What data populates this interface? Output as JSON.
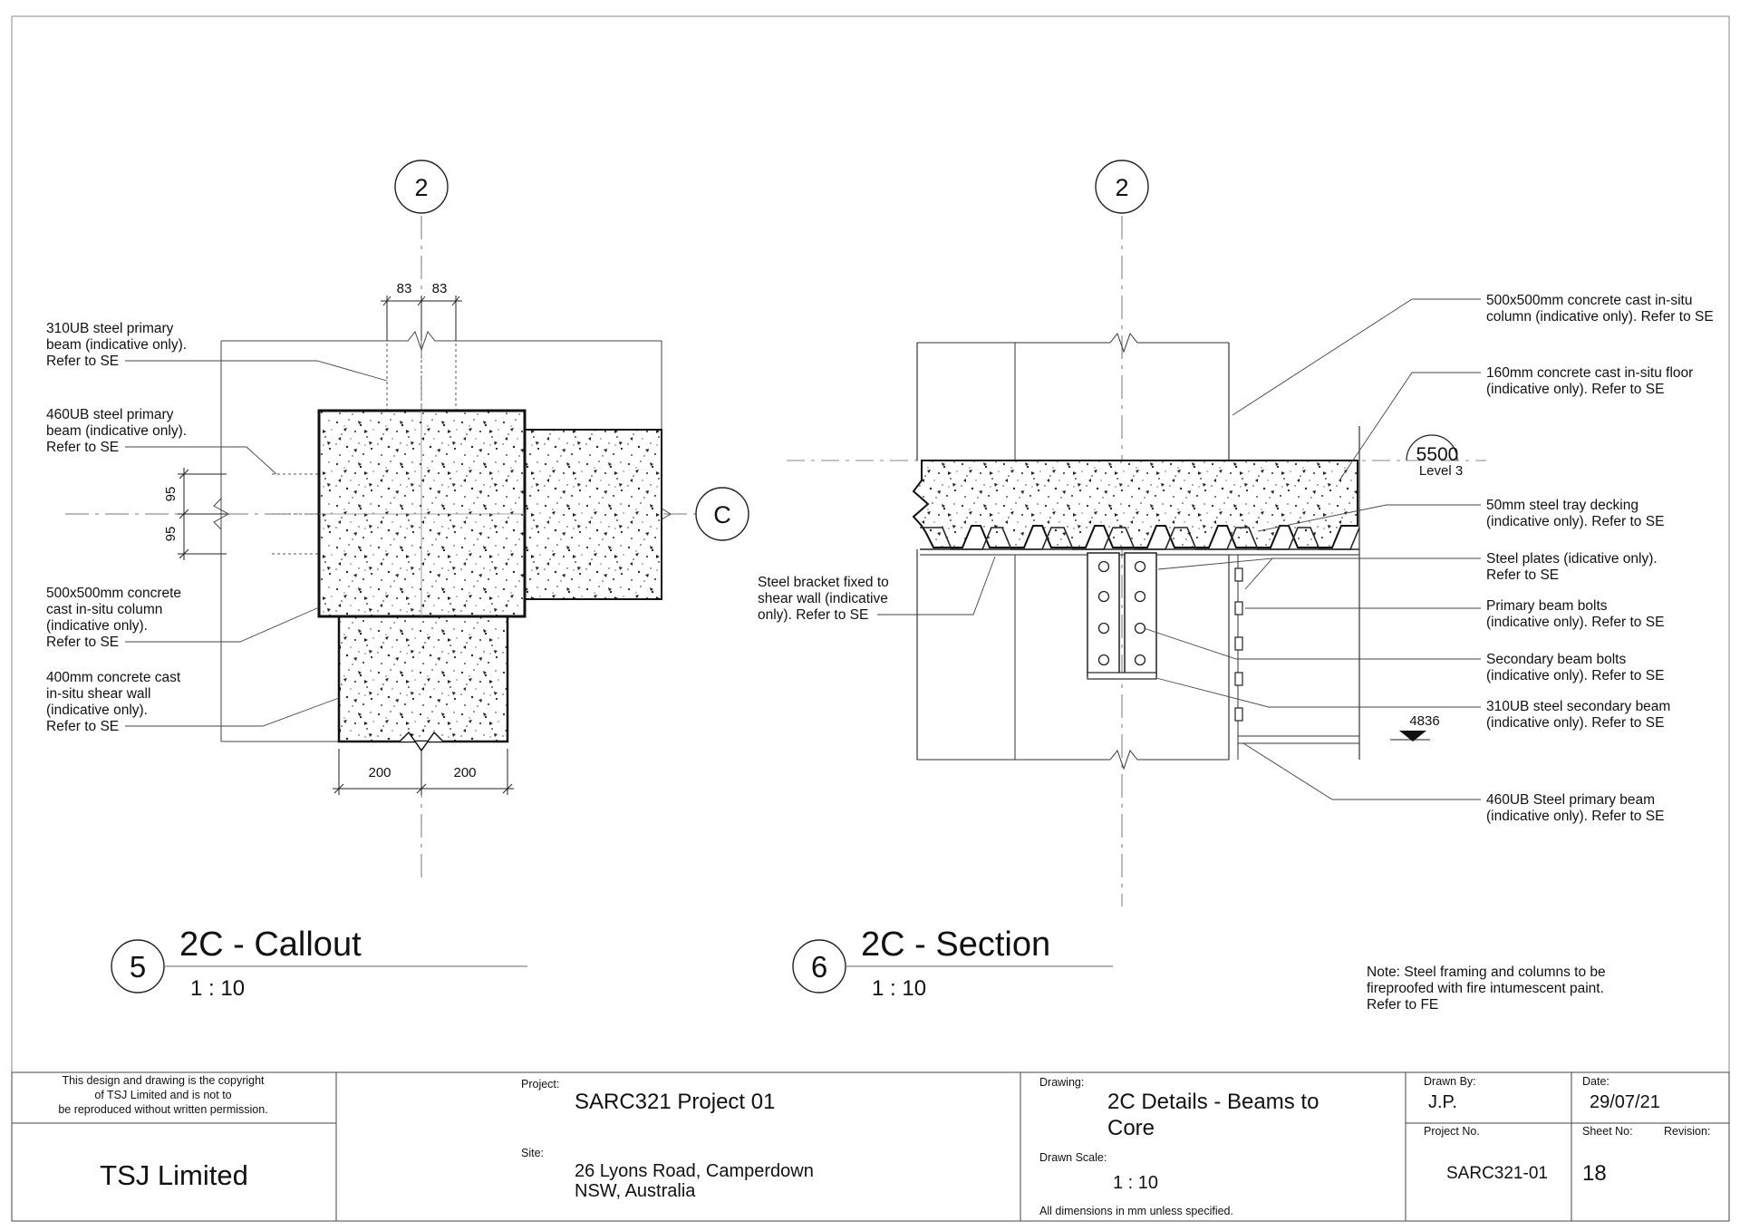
{
  "grid": {
    "bubble_top_left": "2",
    "bubble_top_right": "2",
    "bubble_c": "C"
  },
  "callout": {
    "dims": {
      "top_left": "83",
      "top_right": "83",
      "side_top": "95",
      "side_bottom": "95",
      "bottom_left": "200",
      "bottom_right": "200"
    },
    "notes": {
      "n1": [
        "310UB steel primary",
        "beam (indicative only).",
        "Refer to SE"
      ],
      "n2": [
        "460UB steel primary",
        "beam (indicative only).",
        "Refer to SE"
      ],
      "n3": [
        "500x500mm concrete",
        "cast in-situ column",
        "(indicative only).",
        "Refer to SE"
      ],
      "n4": [
        "400mm concrete cast",
        "in-situ shear wall",
        "(indicative only).",
        "Refer to SE"
      ]
    },
    "view_number": "5",
    "title": "2C - Callout",
    "scale": "1 : 10"
  },
  "section": {
    "level": {
      "elevation": "5500",
      "name": "Level 3"
    },
    "beam_elevation": "4836",
    "notes": {
      "r1": [
        "500x500mm concrete cast in-situ",
        "column (indicative only). Refer to SE"
      ],
      "r2": [
        "160mm concrete cast in-situ floor",
        "(indicative only). Refer to SE"
      ],
      "r3": [
        "50mm steel tray decking",
        "(indicative only). Refer to SE"
      ],
      "r4": [
        "Steel plates (idicative only).",
        "Refer to SE"
      ],
      "r5": [
        "Primary beam bolts",
        "(indicative only). Refer to SE"
      ],
      "r6": [
        "Secondary beam bolts",
        "(indicative only). Refer to SE"
      ],
      "r7": [
        "310UB steel secondary beam",
        "(indicative only). Refer to SE"
      ],
      "r8": [
        "460UB Steel primary beam",
        "(indicative only). Refer to SE"
      ],
      "l1": [
        "Steel bracket fixed to",
        "shear wall  (indicative",
        "only). Refer to SE"
      ]
    },
    "view_number": "6",
    "title": "2C - Section",
    "scale": "1 : 10"
  },
  "general_note": [
    "Note: Steel framing and columns to be",
    "fireproofed with fire intumescent paint.",
    "Refer to FE"
  ],
  "title_block": {
    "copyright": [
      "This design and drawing is the copyright",
      "of TSJ Limited and is not to",
      "be reproduced without written permission."
    ],
    "company": "TSJ Limited",
    "project_label": "Project:",
    "project": "SARC321 Project 01",
    "site_label": "Site:",
    "site": [
      "26 Lyons Road, Camperdown",
      "NSW, Australia"
    ],
    "drawing_label": "Drawing:",
    "drawing": [
      "2C Details - Beams to",
      "Core"
    ],
    "drawn_scale_label": "Drawn Scale:",
    "drawn_scale": "1 : 10",
    "dims_note": "All dimensions in mm unless specified.",
    "drawn_by_label": "Drawn By:",
    "drawn_by": "J.P.",
    "date_label": "Date:",
    "date": "29/07/21",
    "project_no_label": "Project No.",
    "project_no": "SARC321-01",
    "sheet_no_label": "Sheet No:",
    "sheet_no": "18",
    "revision_label": "Revision:",
    "revision": ""
  }
}
